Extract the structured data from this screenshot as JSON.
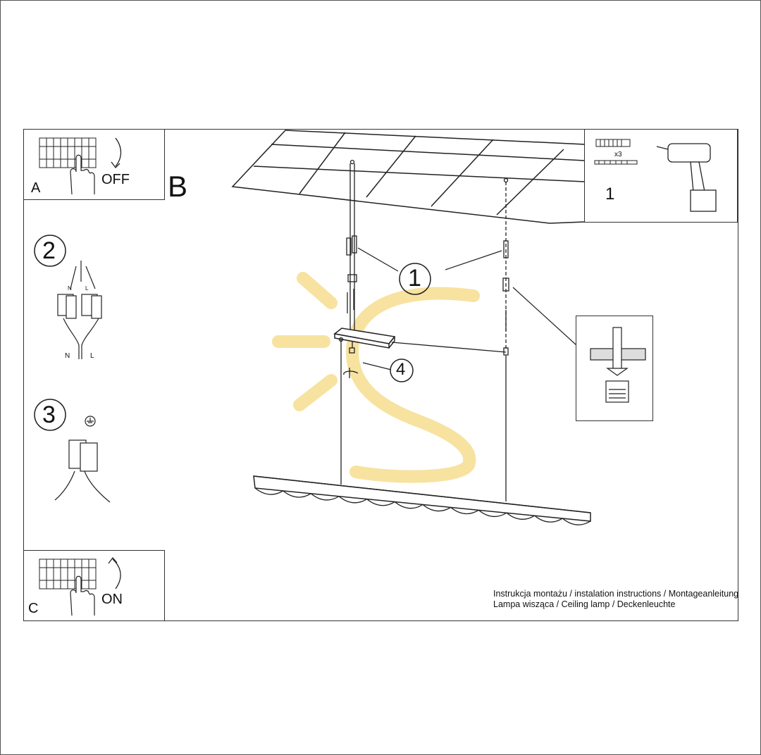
{
  "steps": {
    "a": {
      "letter": "A",
      "switch_label": "OFF"
    },
    "b": {
      "letter": "B"
    },
    "c": {
      "letter": "C",
      "switch_label": "ON"
    }
  },
  "callouts": {
    "step1_main": "1",
    "step1_tools": "1",
    "step2": "2",
    "step3": "3",
    "step4": "4",
    "anchor_count": "x3"
  },
  "wiring": {
    "neutral": "N",
    "live": "L",
    "neutral_small": "N",
    "live_small": "L"
  },
  "caption": {
    "line1": "Instrukcja montażu / instalation instructions / Montageanleitung",
    "line2": "Lampa wisząca / Ceiling lamp / Deckenleuchte"
  },
  "icons": {
    "breaker_panel": "breaker-icon",
    "hand": "hand-icon",
    "drill": "drill-icon",
    "wall_anchor": "anchor-icon",
    "ground": "ground-icon",
    "rotate": "rotate-icon"
  },
  "colors": {
    "line": "#222222",
    "watermark": "#f7e2a0"
  }
}
